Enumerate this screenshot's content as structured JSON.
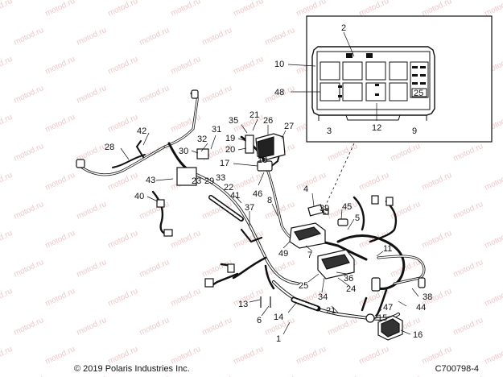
{
  "watermark": "motod.ru",
  "footer": {
    "copyright": "© 2019 Polaris Industries Inc.",
    "part_number": "C700798-4"
  },
  "inset": {
    "callouts": [
      "2",
      "10",
      "48",
      "3",
      "12",
      "9"
    ],
    "relay_label": "25"
  },
  "callouts": [
    "35",
    "21",
    "26",
    "27",
    "32",
    "31",
    "19",
    "20",
    "30",
    "17",
    "18",
    "42",
    "28",
    "23",
    "29",
    "33",
    "22",
    "43",
    "40",
    "41",
    "46",
    "4",
    "39",
    "45",
    "8",
    "37",
    "5",
    "49",
    "7",
    "11",
    "36",
    "24",
    "34",
    "25",
    "13",
    "6",
    "14",
    "21b",
    "1",
    "38",
    "47",
    "15",
    "44",
    "16"
  ],
  "colors": {
    "line": "#111111",
    "watermark": "#f0c8c8"
  }
}
